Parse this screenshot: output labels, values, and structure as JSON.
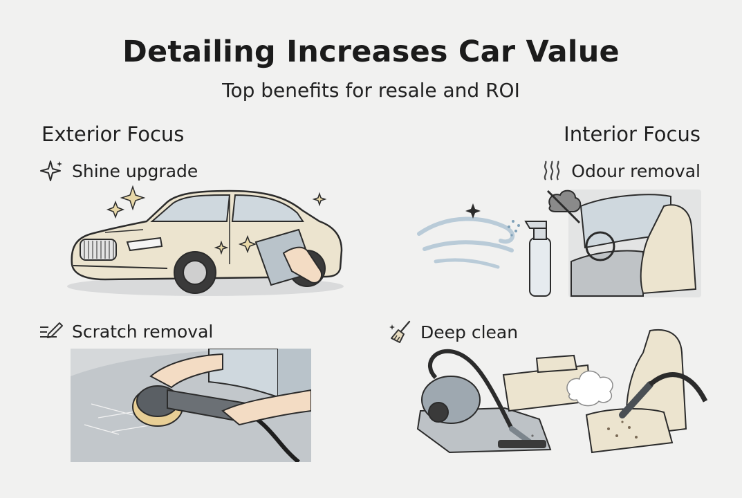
{
  "header": {
    "title": "Detailing Increases Car Value",
    "subtitle": "Top benefits for resale and ROI"
  },
  "exterior": {
    "heading": "Exterior Focus",
    "items": [
      {
        "label": "Shine upgrade",
        "icon": "sparkle-icon"
      },
      {
        "label": "Scratch removal",
        "icon": "pen-lines-icon"
      }
    ]
  },
  "interior": {
    "heading": "Interior Focus",
    "items": [
      {
        "label": "Odour removal",
        "icon": "steam-waves-icon"
      },
      {
        "label": "Deep clean",
        "icon": "broom-icon"
      }
    ]
  },
  "colors": {
    "background": "#f1f1f0",
    "car_body": "#ece4cf",
    "outline": "#2b2b2b",
    "glass": "#cfd8de",
    "accent_blue": "#b9cbd8"
  }
}
